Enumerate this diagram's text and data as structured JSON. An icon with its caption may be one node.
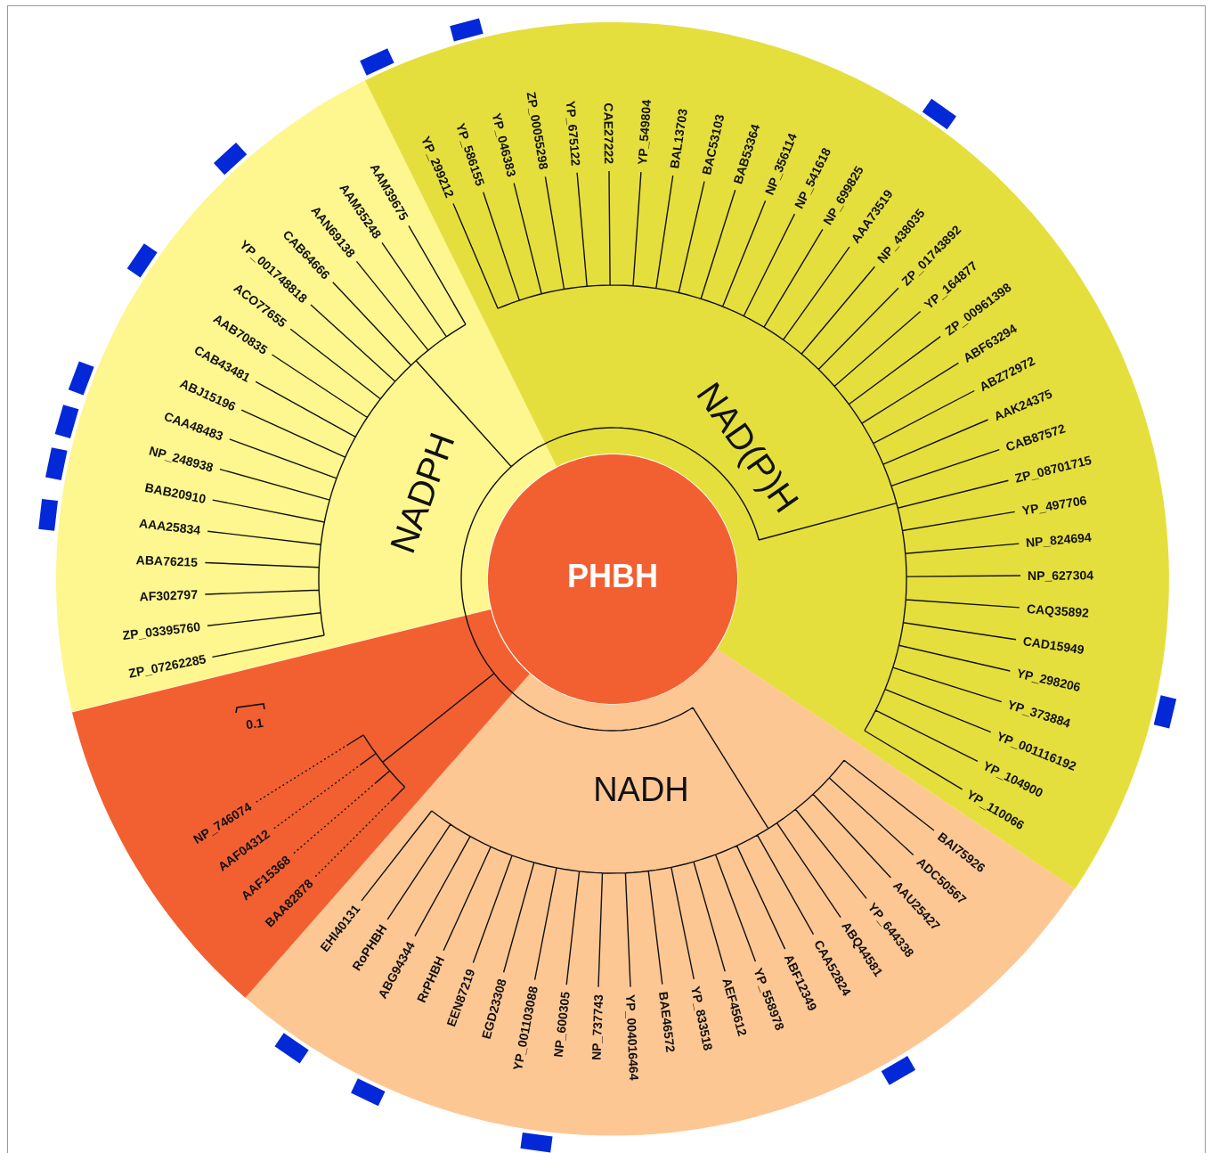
{
  "diagram": {
    "nodes": [
      {
        "text": [
          "PHBH"
        ]
      },
      {
        "text": [
          "NADPH"
        ]
      },
      {
        "text": [
          "NAD(P)H"
        ]
      },
      {
        "text": [
          "NADH"
        ]
      },
      {
        "text": [],
        "shape": "wedge"
      }
    ],
    "labels": [
      "YP_299212",
      "YP_586155",
      "YP_046383",
      "ZP_00055298",
      "YP_675122",
      "CAE27222",
      "YP_549804",
      "BAL13703",
      "BAC53103",
      "BAB53364",
      "NP_356114",
      "NP_541618",
      "NP_699825",
      "AAA73519",
      "NP_438035",
      "ZP_01743892",
      "YP_164877",
      "ZP_00961398",
      "ABF63294",
      "ABZ72972",
      "AAK24375",
      "CAB87572",
      "ZP_08701715",
      "YP_497706",
      "NP_824694",
      "NP_627304",
      "CAQ35892",
      "CAD15949",
      "YP_298206",
      "YP_373884",
      "YP_001116192",
      "YP_104900",
      "YP_110066",
      "BAI75926",
      "ADC50567",
      "AAU25427",
      "YP_644338",
      "ABQ44581",
      "CAA52824",
      "ABF12349",
      "YP_558978",
      "AEF45612",
      "YP_833518",
      "BAE46572",
      "YP_004016464",
      "NP_737743",
      "NP_600305",
      "YP_001103088",
      "EGD23308",
      "EEN87219",
      "RrPHBH",
      "ABG94344",
      "RoPHBH",
      "EHI40131",
      "BAA82878",
      "AAF15368",
      "AAF04312",
      "NP_746074",
      "ZP_07262285",
      "ZP_03395760",
      "AF302797",
      "ABA76215",
      "AAA25834",
      "BAB20910",
      "NP_248938",
      "CAA48483",
      "ABJ15196",
      "CAB43481",
      "AAB70835",
      "ACO77655",
      "YP_001748818",
      "CAB64666",
      "AAN69138",
      "AAM35248",
      "AAM39675",
      "0.1"
    ]
  }
}
